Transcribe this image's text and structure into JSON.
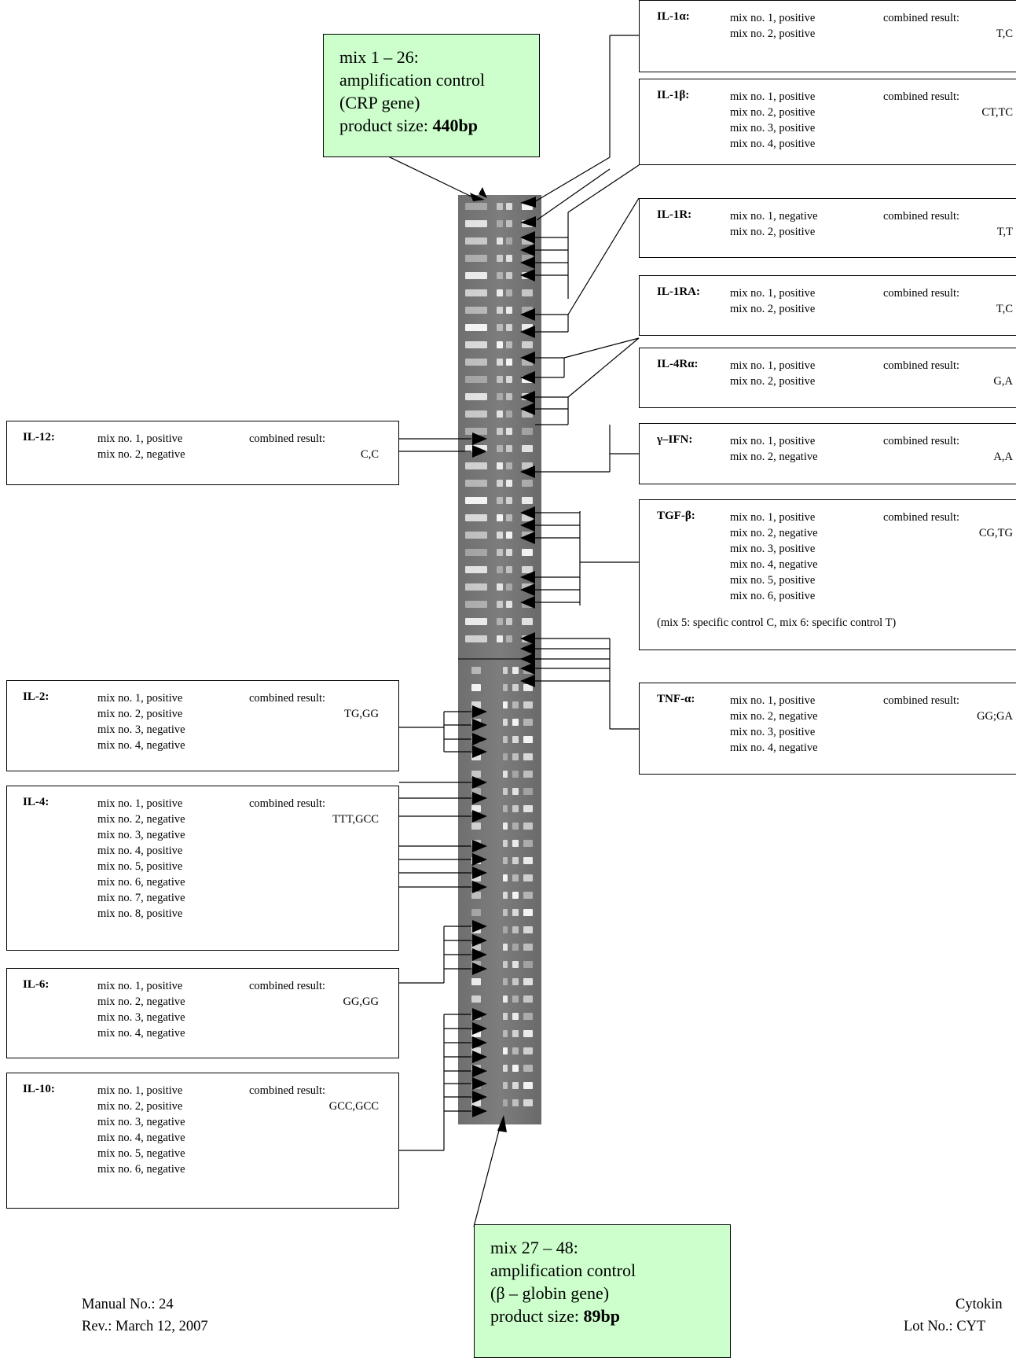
{
  "controls": {
    "top": {
      "line1": "mix 1 – 26:",
      "line2": "amplification control",
      "line3": "(CRP gene)",
      "size_label": "product size: ",
      "size_value": "440bp"
    },
    "bottom": {
      "line1": "mix 27 – 48:",
      "line2": "amplification  control",
      "line3": "(β – globin gene)",
      "size_label": "product size: ",
      "size_value": "89bp"
    }
  },
  "combined_label": "combined result:",
  "combined_label_spaced": "combined  result:",
  "right_boxes": [
    {
      "gene": "IL-1α:",
      "mixes": [
        "mix no. 1, positive",
        "mix no. 2, positive"
      ],
      "result": "T,C"
    },
    {
      "gene": "IL-1β:",
      "mixes": [
        "mix no. 1, positive",
        "mix no. 2, positive",
        "mix no. 3, positive",
        "mix no. 4, positive"
      ],
      "result": "CT,TC"
    },
    {
      "gene": "IL-1R:",
      "mixes": [
        "mix no. 1, negative",
        "mix no. 2, positive"
      ],
      "result": "T,T"
    },
    {
      "gene": "IL-1RA:",
      "mixes": [
        "mix no. 1, positive",
        "mix no. 2, positive"
      ],
      "result": "T,C"
    },
    {
      "gene": "IL-4Rα:",
      "mixes": [
        "mix no. 1, positive",
        "mix no. 2, positive"
      ],
      "result": "G,A"
    },
    {
      "gene": "γ–IFN:",
      "mixes": [
        "mix no. 1, positive",
        "mix no. 2, negative"
      ],
      "result": "A,A"
    },
    {
      "gene": "TGF-β:",
      "mixes": [
        "mix no. 1, positive",
        "mix no. 2, negative",
        "mix no. 3, positive",
        "mix no. 4, negative",
        "mix no. 5, positive",
        "mix no. 6, positive"
      ],
      "result": "CG,TG",
      "note": "(mix 5: specific control C, mix 6: specific control T)"
    },
    {
      "gene": "TNF-α:",
      "mixes": [
        "mix no. 1, positive",
        "mix no. 2, negative",
        "mix no. 3, positive",
        "mix no. 4, negative"
      ],
      "result": "GG;GA"
    }
  ],
  "left_boxes": [
    {
      "gene": "IL-12:",
      "mixes": [
        "mix no. 1, positive",
        "mix no. 2, negative"
      ],
      "result": "C,C"
    },
    {
      "gene": "IL-2:",
      "mixes": [
        "mix no. 1, positive",
        "mix no. 2, positive",
        "mix no. 3, negative",
        "mix no. 4, negative"
      ],
      "result": "TG,GG"
    },
    {
      "gene": "IL-4:",
      "mixes": [
        "mix no. 1, positive",
        "mix no. 2, negative",
        "mix no. 3, negative",
        "mix no. 4, positive",
        "mix no. 5, positive",
        "mix no. 6, negative",
        "mix no. 7, negative",
        "mix no. 8, positive"
      ],
      "result": "TTT,GCC"
    },
    {
      "gene": "IL-6:",
      "mixes": [
        "mix no. 1, positive",
        "mix no. 2, negative",
        "mix no. 3, negative",
        "mix no. 4, negative"
      ],
      "result": "GG,GG"
    },
    {
      "gene": "IL-10:",
      "mixes": [
        "mix no. 1, positive",
        "mix no. 2, positive",
        "mix no. 3, negative",
        "mix no. 4, negative",
        "mix no. 5, negative",
        "mix no. 6, negative"
      ],
      "result": "GCC,GCC"
    }
  ],
  "footer": {
    "manual": "Manual No.: 24",
    "rev": "Rev.: March 12, 2007",
    "product": "Cytokin",
    "lot": "Lot No.: CYT"
  }
}
